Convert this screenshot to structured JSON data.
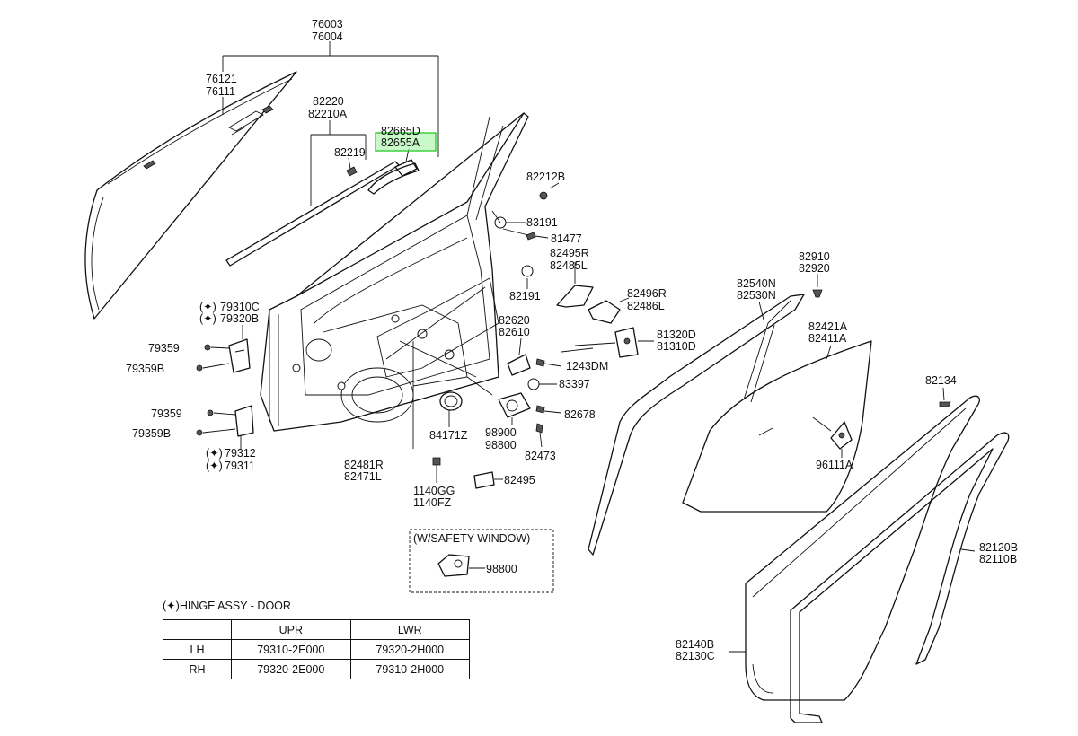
{
  "labels": {
    "p76003": "76003",
    "p76004": "76004",
    "p76121": "76121",
    "p76111": "76111",
    "p82220": "82220",
    "p82210A": "82210A",
    "p82219": "82219",
    "p82665D": "82665D",
    "p82655A": "82655A",
    "p82212B": "82212B",
    "p83191": "83191",
    "p81477": "81477",
    "p82495R": "82495R",
    "p82485L": "82485L",
    "p82191": "82191",
    "p82496R": "82496R",
    "p82486L": "82486L",
    "p82620": "82620",
    "p82610": "82610",
    "p81320D": "81320D",
    "p81310D": "81310D",
    "p1243DM": "1243DM",
    "p83397": "83397",
    "p82678": "82678",
    "p84171Z": "84171Z",
    "p98900": "98900",
    "p98800": "98800",
    "p82473": "82473",
    "p82481R": "82481R",
    "p82471L": "82471L",
    "p1140GG": "1140GG",
    "p1140FZ": "1140FZ",
    "p82495": "82495",
    "p79310C": "79310C",
    "p79320B": "79320B",
    "p79359a": "79359",
    "p79359Ba": "79359B",
    "p79359b": "79359",
    "p79359Bb": "79359B",
    "p79312": "79312",
    "p79311": "79311",
    "p82540N": "82540N",
    "p82530N": "82530N",
    "p82910": "82910",
    "p82920": "82920",
    "p82421A": "82421A",
    "p82411A": "82411A",
    "p82134": "82134",
    "p96111A": "96111A",
    "p82120B": "82120B",
    "p82110B": "82110B",
    "p82140B": "82140B",
    "p82130C": "82130C",
    "safety_title": "(W/SAFETY WINDOW)",
    "safety_part": "98800",
    "hinge_marker": "(✦)"
  },
  "hinge_table": {
    "title": "HINGE ASSY - DOOR",
    "columns": [
      "",
      "UPR",
      "LWR"
    ],
    "rows": [
      {
        "side": "LH",
        "upr": "79310-2E000",
        "lwr": "79320-2H000"
      },
      {
        "side": "RH",
        "upr": "79320-2E000",
        "lwr": "79310-2H000"
      }
    ]
  },
  "highlight": {
    "part": "82655A",
    "color": "#33cc33"
  }
}
